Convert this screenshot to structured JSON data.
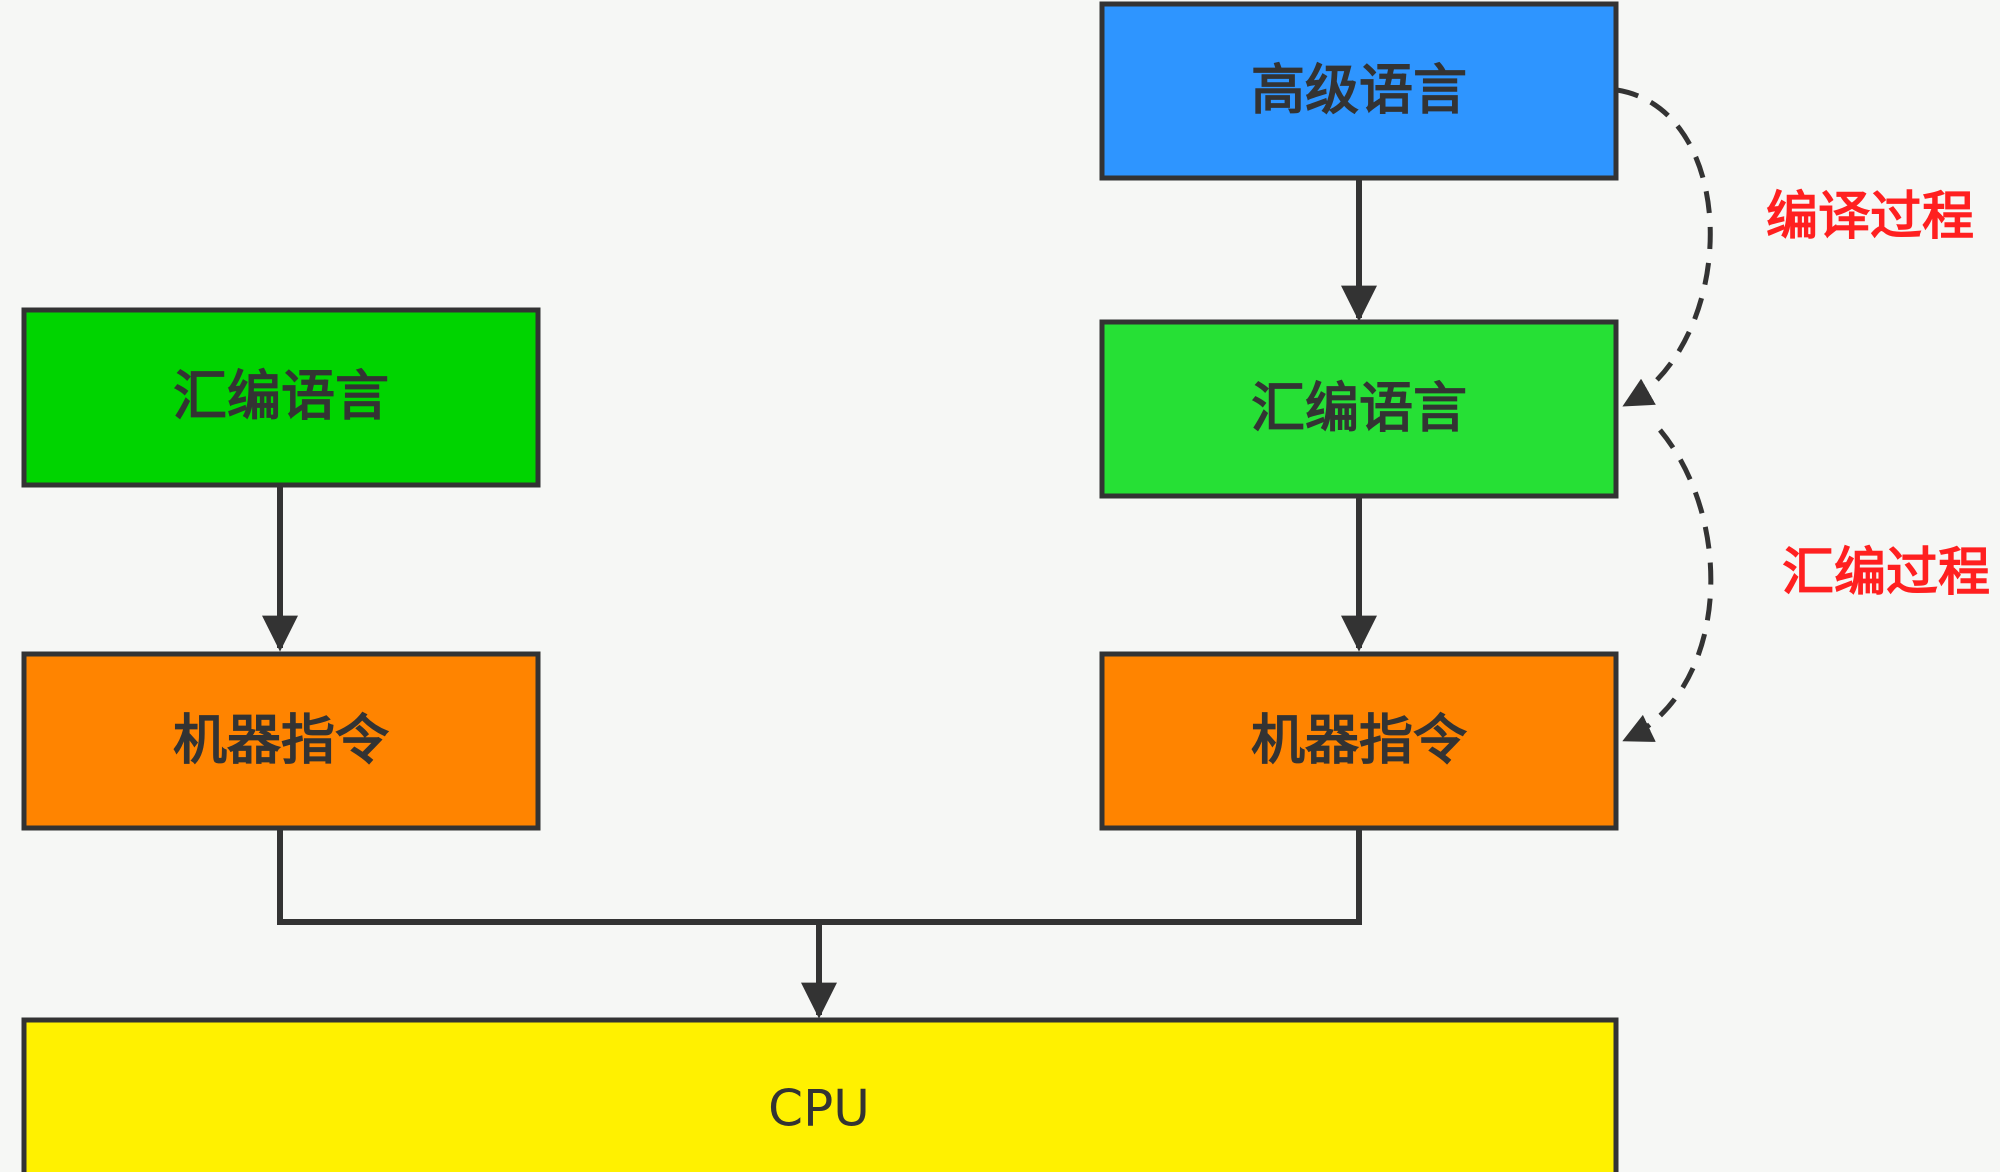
{
  "boxes": {
    "left_assembly": {
      "label": "汇编语言",
      "color": "#00d400"
    },
    "left_machine": {
      "label": "机器指令",
      "color": "#ff8400"
    },
    "right_high_level": {
      "label": "高级语言",
      "color": "#2e95ff"
    },
    "right_assembly": {
      "label": "汇编语言",
      "color": "#26e035"
    },
    "right_machine": {
      "label": "机器指令",
      "color": "#ff8400"
    },
    "cpu": {
      "label": "CPU",
      "color": "#fff100"
    }
  },
  "processes": {
    "compile": {
      "label": "编译过程",
      "color": "#ff2020"
    },
    "assemble": {
      "label": "汇编过程",
      "color": "#ff2020"
    }
  },
  "colors": {
    "stroke": "#333333",
    "background": "#f6f7f5"
  }
}
